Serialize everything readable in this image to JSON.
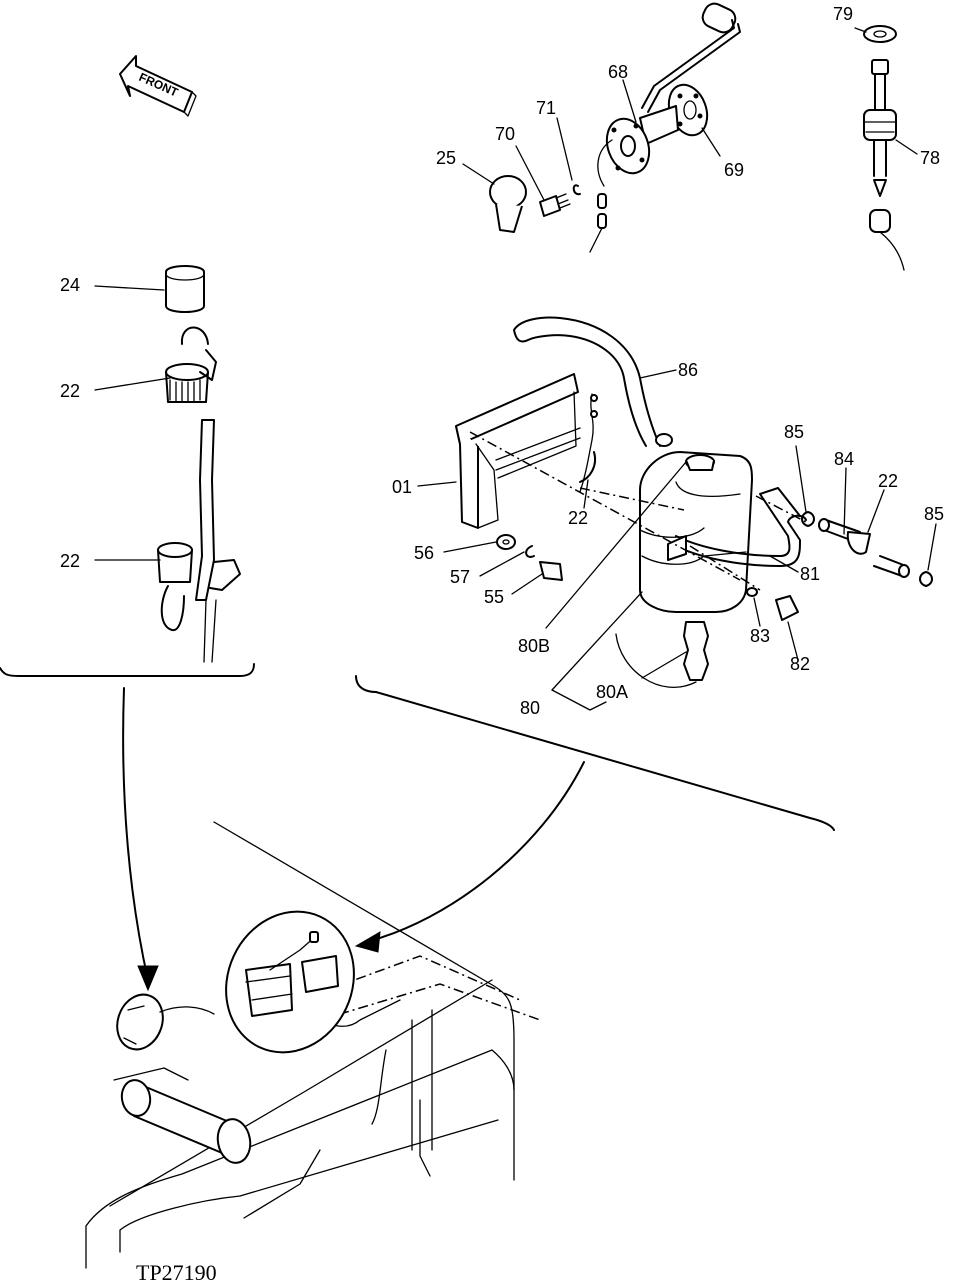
{
  "figure_id": "TP27190",
  "direction_arrow": {
    "label": "FRONT",
    "icon": "front-arrow-icon"
  },
  "callouts": {
    "c79": "79",
    "c68": "68",
    "c71": "71",
    "c70": "70",
    "c25": "25",
    "c69": "69",
    "c78": "78",
    "c24": "24",
    "c22_top": "22",
    "c22_mid": "22",
    "c86": "86",
    "c85_a": "85",
    "c84": "84",
    "c22_clip": "22",
    "c85_b": "85",
    "c01": "01",
    "c22_bracket": "22",
    "c56": "56",
    "c57": "57",
    "c55": "55",
    "c81": "81",
    "c80B": "80B",
    "c83": "83",
    "c82": "82",
    "c80A": "80A",
    "c80": "80"
  }
}
